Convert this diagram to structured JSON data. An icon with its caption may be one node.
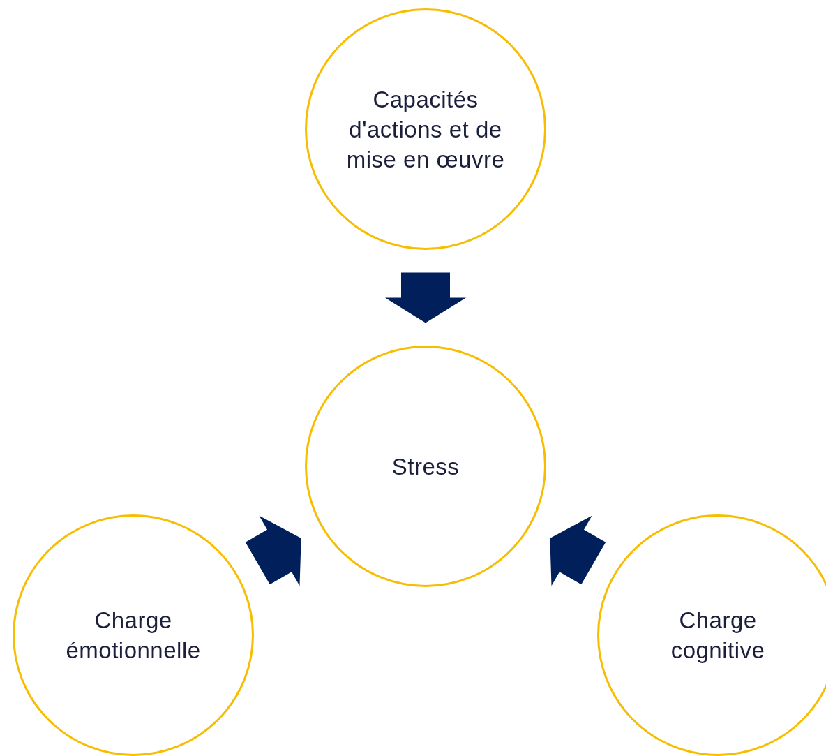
{
  "diagram": {
    "nodes": [
      {
        "text": [
          "Capacités d'actions et de mise en œuvre"
        ]
      },
      {
        "text": [
          "Stress"
        ]
      },
      {
        "text": [
          "Charge émotionnelle"
        ]
      },
      {
        "text": [
          "Charge cognitive"
        ]
      }
    ],
    "edges": [
      {
        "from": 0,
        "to": 1,
        "arrow": "to"
      },
      {
        "from": 2,
        "to": 1,
        "arrow": "to"
      },
      {
        "from": 3,
        "to": 1,
        "arrow": "to"
      }
    ]
  }
}
